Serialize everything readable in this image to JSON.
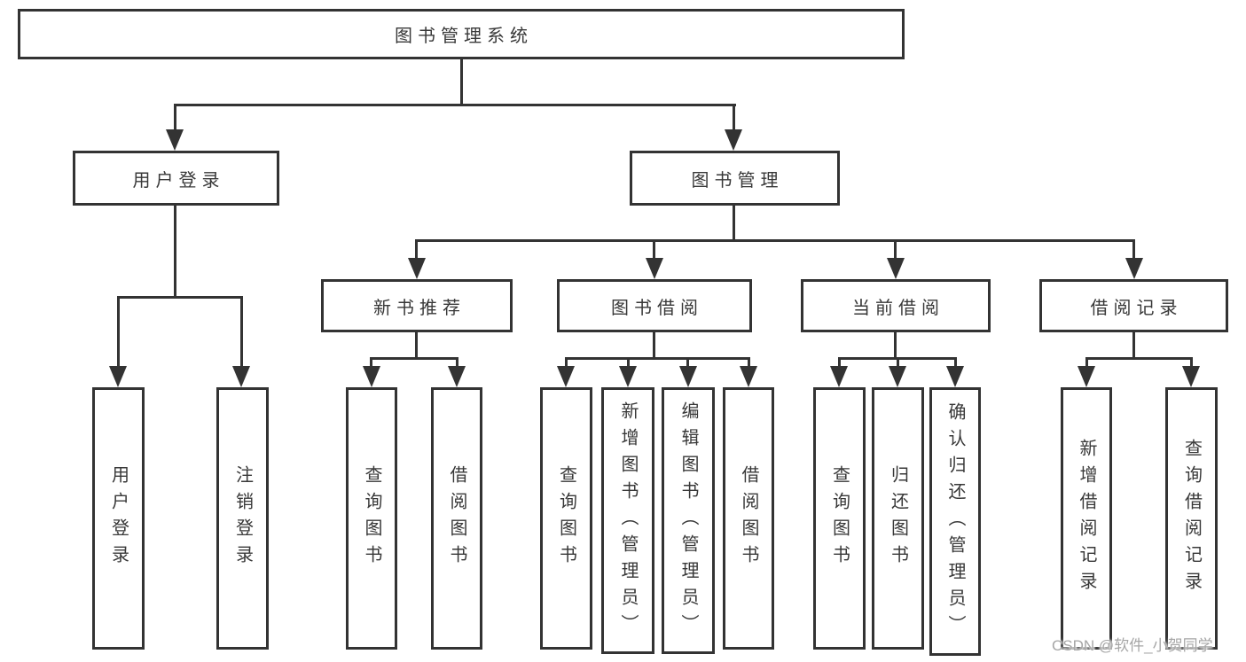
{
  "diagram": {
    "title": "图书管理系统",
    "watermark": "CSDN @软件_小贺同学",
    "colors": {
      "line": "#333333",
      "text": "#383838",
      "background": "#ffffff",
      "watermark": "#a6a6a6"
    },
    "nodes": {
      "root": {
        "label": "图书管理系统"
      },
      "user_login": {
        "label": "用户登录"
      },
      "book_management": {
        "label": "图书管理"
      },
      "new_book_recommend": {
        "label": "新书推荐"
      },
      "book_borrow": {
        "label": "图书借阅"
      },
      "current_borrow": {
        "label": "当前借阅"
      },
      "borrow_records": {
        "label": "借阅记录"
      },
      "leaf_user_login": {
        "label": "用户登录"
      },
      "leaf_logout": {
        "label": "注销登录"
      },
      "leaf_query_book_recommend": {
        "label": "查询图书"
      },
      "leaf_borrow_book_recommend": {
        "label": "借阅图书"
      },
      "leaf_query_book_borrow": {
        "label": "查询图书"
      },
      "leaf_add_book_admin": {
        "label": "新增图书（管理员）"
      },
      "leaf_edit_book_admin": {
        "label": "编辑图书（管理员）"
      },
      "leaf_borrow_book_borrow": {
        "label": "借阅图书"
      },
      "leaf_query_book_current": {
        "label": "查询图书"
      },
      "leaf_return_book": {
        "label": "归还图书"
      },
      "leaf_confirm_return_admin": {
        "label": "确认归还（管理员）"
      },
      "leaf_add_borrow_record": {
        "label": "新增借阅记录"
      },
      "leaf_query_borrow_record": {
        "label": "查询借阅记录"
      }
    }
  }
}
